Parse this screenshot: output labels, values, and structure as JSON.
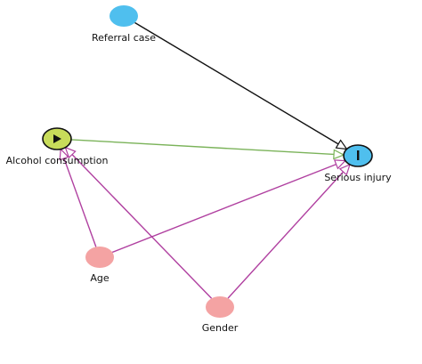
{
  "nodes": {
    "referral": {
      "label": "Referral case",
      "color": "#4fbfee",
      "role": "other"
    },
    "alcohol": {
      "label": "Alcohol consumption",
      "color": "#c8dc5a",
      "role": "exposure",
      "icon": "play-icon"
    },
    "injury": {
      "label": "Serious injury",
      "color": "#4fbfee",
      "role": "outcome",
      "icon": "bar-icon"
    },
    "age": {
      "label": "Age",
      "color": "#f4a3a3",
      "role": "confounder"
    },
    "gender": {
      "label": "Gender",
      "color": "#f4a3a3",
      "role": "confounder"
    }
  },
  "edges": [
    {
      "from": "referral",
      "to": "injury",
      "color": "#111111"
    },
    {
      "from": "alcohol",
      "to": "injury",
      "color": "#7bb35a"
    },
    {
      "from": "age",
      "to": "alcohol",
      "color": "#b040a0"
    },
    {
      "from": "age",
      "to": "injury",
      "color": "#b040a0"
    },
    {
      "from": "gender",
      "to": "alcohol",
      "color": "#b040a0"
    },
    {
      "from": "gender",
      "to": "injury",
      "color": "#b040a0"
    }
  ]
}
